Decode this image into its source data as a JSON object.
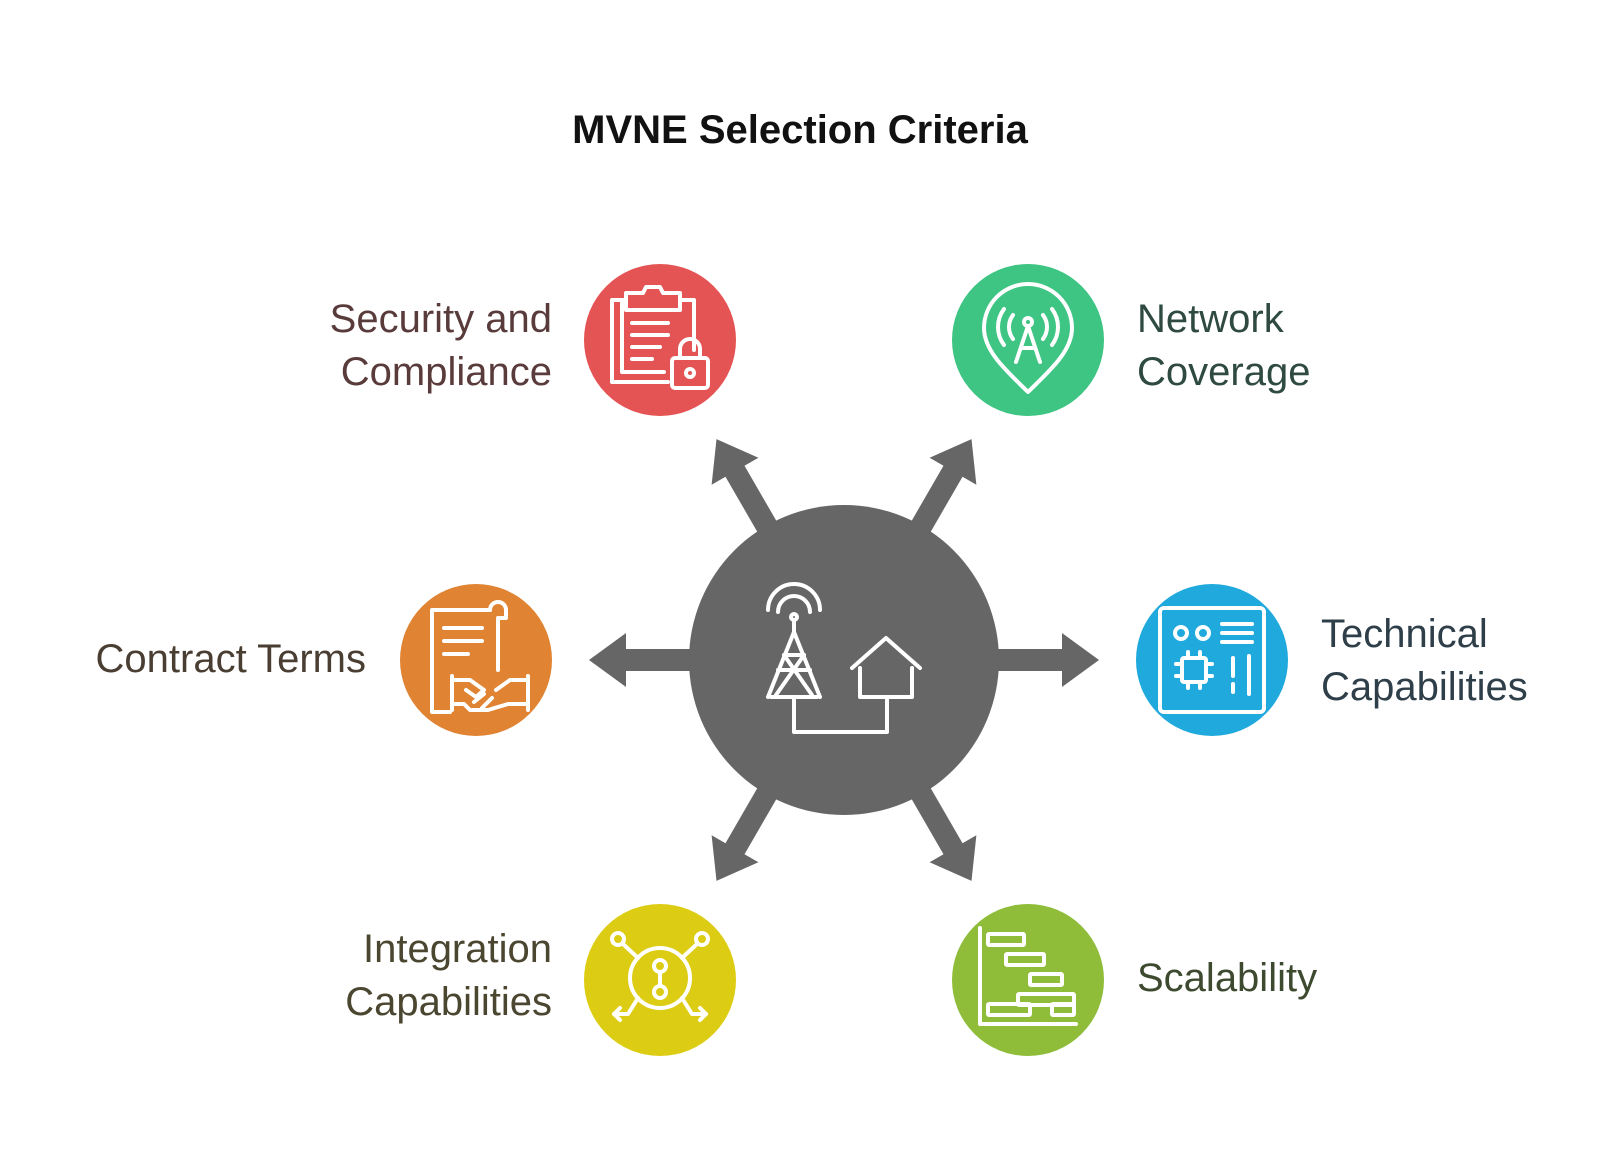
{
  "title": "MVNE Selection Criteria",
  "center": {
    "icon": "tower-and-house-icon",
    "color": "#666666"
  },
  "arrow_color": "#666666",
  "criteria": {
    "security": {
      "lines": [
        "Security and",
        "Compliance"
      ],
      "color": "#e55454",
      "text_color": "#5a3b3b",
      "icon": "clipboard-lock-icon"
    },
    "network": {
      "lines": [
        "Network",
        "Coverage"
      ],
      "color": "#3ec483",
      "text_color": "#2f4a40",
      "icon": "antenna-pin-icon"
    },
    "contract": {
      "lines": [
        "Contract Terms"
      ],
      "color": "#e08433",
      "text_color": "#4a3e33",
      "icon": "contract-handshake-icon"
    },
    "technical": {
      "lines": [
        "Technical",
        "Capabilities"
      ],
      "color": "#20a9dc",
      "text_color": "#2f3f4a",
      "icon": "circuit-board-icon"
    },
    "integration": {
      "lines": [
        "Integration",
        "Capabilities"
      ],
      "color": "#ddcc14",
      "text_color": "#4a4630",
      "icon": "integration-nodes-icon"
    },
    "scalability": {
      "lines": [
        "Scalability"
      ],
      "color": "#8fbd3a",
      "text_color": "#3e4a2f",
      "icon": "gantt-bars-icon"
    }
  }
}
